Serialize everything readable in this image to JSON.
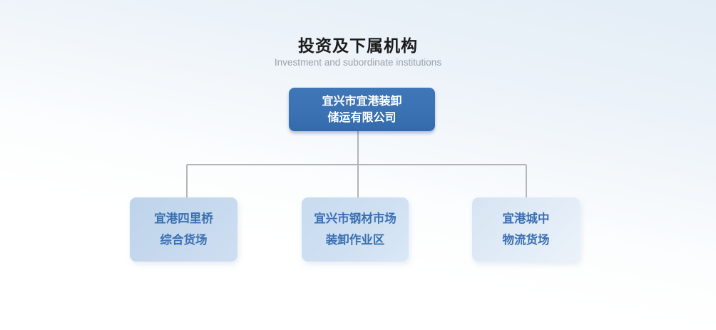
{
  "header": {
    "title": "投资及下属机构",
    "subtitle": "Investment and subordinate institutions"
  },
  "org_chart": {
    "root": {
      "name_line1": "宜兴市宜港装卸",
      "name_line2": "储运有限公司"
    },
    "children": [
      {
        "name_line1": "宜港四里桥",
        "name_line2": "综合货场"
      },
      {
        "name_line1": "宜兴市钢材市场",
        "name_line2": "装卸作业区"
      },
      {
        "name_line1": "宜港城中",
        "name_line2": "物流货场"
      }
    ]
  },
  "colors": {
    "background_top": "#e2edf6",
    "background_bottom": "#ffffff",
    "root_box_fill": "#3a72b4",
    "root_box_text": "#ffffff",
    "child_box_1_fill": "#c4d8ec",
    "child_box_2_fill": "#cdddf0",
    "child_box_3_fill": "#dce8f3",
    "child_box_text": "#3a70b2",
    "connector_line": "#b4b4b4",
    "title_text": "#1b1b1b",
    "subtitle_text": "#9ba1a7"
  }
}
